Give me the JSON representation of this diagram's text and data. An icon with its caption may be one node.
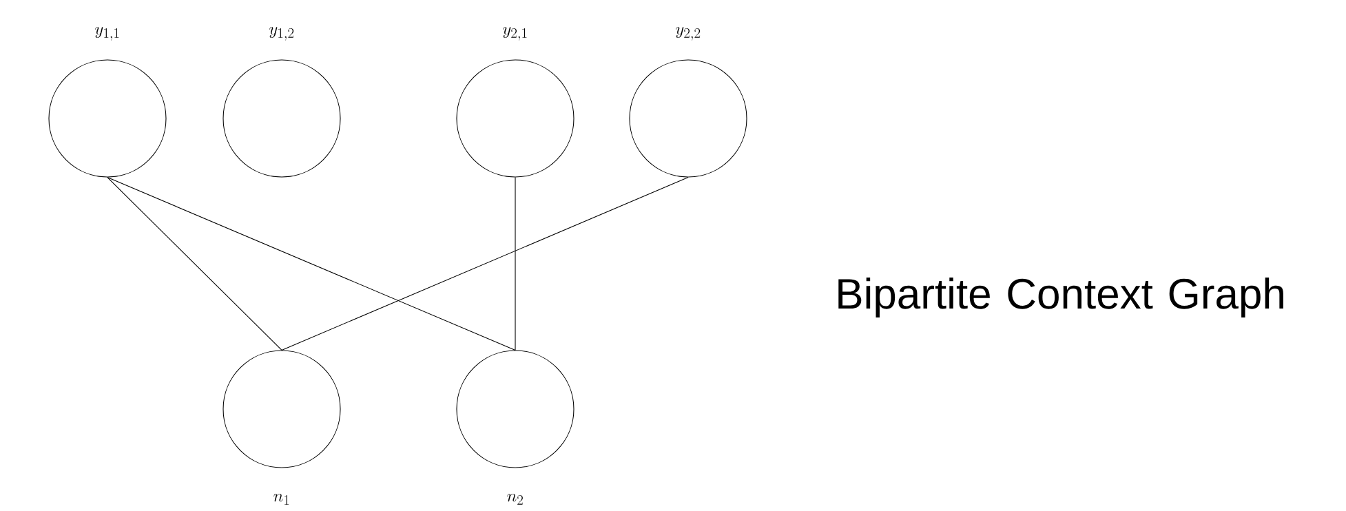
{
  "diagram": {
    "title": "Bipartite Context Graph",
    "nodes": [
      {
        "text": [
          "y_{1,1}"
        ]
      },
      {
        "text": [
          "y_{1,2}"
        ]
      },
      {
        "text": [
          "y_{2,1}"
        ]
      },
      {
        "text": [
          "y_{2,2}"
        ]
      },
      {
        "text": [
          "n_1"
        ]
      },
      {
        "text": [
          "n_2"
        ]
      }
    ],
    "edges": [
      {
        "from": 0,
        "to": 4,
        "arrow": "none"
      },
      {
        "from": 0,
        "to": 5,
        "arrow": "none"
      },
      {
        "from": 2,
        "to": 5,
        "arrow": "none"
      },
      {
        "from": 3,
        "to": 4,
        "arrow": "none"
      }
    ]
  }
}
